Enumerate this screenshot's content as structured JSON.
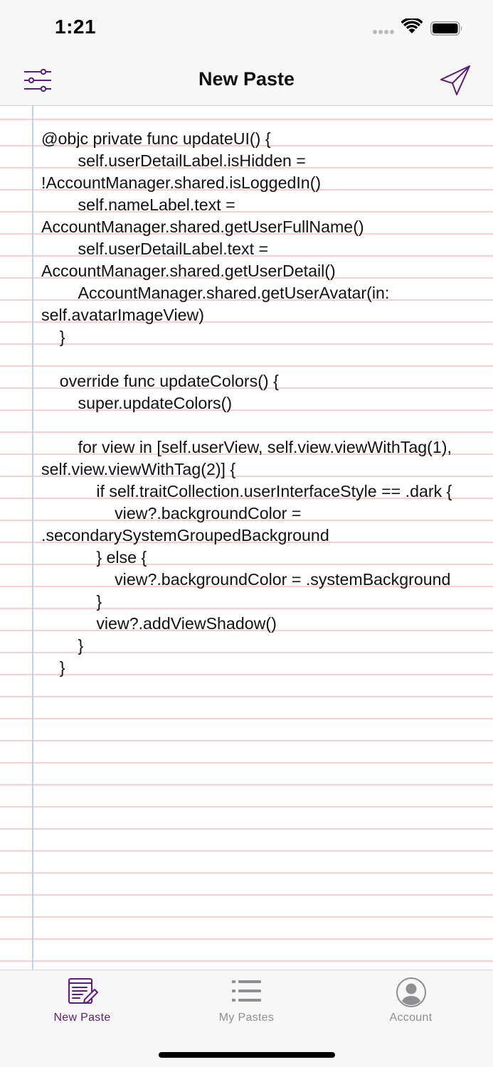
{
  "status_bar": {
    "time": "1:21",
    "icons": [
      "signal-dots-icon",
      "wifi-icon",
      "battery-icon"
    ]
  },
  "nav": {
    "title": "New Paste",
    "left_icon": "settings-sliders-icon",
    "right_icon": "send-paper-plane-icon"
  },
  "editor": {
    "content": "@objc private func updateUI() {\n\t\tself.userDetailLabel.isHidden = !AccountManager.shared.isLoggedIn()\n\t\tself.nameLabel.text = AccountManager.shared.getUserFullName()\n\t\tself.userDetailLabel.text = AccountManager.shared.getUserDetail()\n\t\tAccountManager.shared.getUserAvatar(in: self.avatarImageView)\n\t}\n\n\toverride func updateColors() {\n\t\tsuper.updateColors()\n\n\t\tfor view in [self.userView, self.view.viewWithTag(1), self.view.viewWithTag(2)] {\n\t\t\tif self.traitCollection.userInterfaceStyle == .dark {\n\t\t\t\tview?.backgroundColor = .secondarySystemGroupedBackground\n\t\t\t} else {\n\t\t\t\tview?.backgroundColor = .systemBackground\n\t\t\t}\n\t\t\tview?.addViewShadow()\n\t\t}\n\t}"
  },
  "tab_bar": {
    "tabs": [
      {
        "label": "New Paste",
        "icon": "new-paste-icon",
        "active": true
      },
      {
        "label": "My Pastes",
        "icon": "list-icon",
        "active": false
      },
      {
        "label": "Account",
        "icon": "account-icon",
        "active": false
      }
    ]
  },
  "colors": {
    "accent": "#5b1d77",
    "inactive": "#8e8e93",
    "ruled_line": "#f6cfcf",
    "margin_line": "#b7d4f2"
  }
}
